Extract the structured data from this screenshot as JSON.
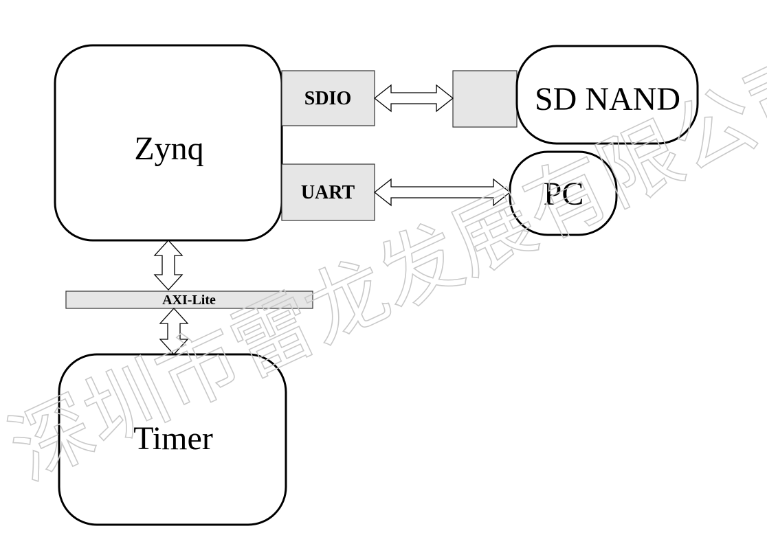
{
  "blocks": {
    "zynq": "Zynq",
    "timer": "Timer",
    "sd_nand": "SD NAND",
    "pc": "PC"
  },
  "ports": {
    "sdio": "SDIO",
    "uart": "UART"
  },
  "bus": {
    "label": "AXI-Lite"
  },
  "watermark": {
    "text": "深圳市雷龙发展有限公司"
  },
  "colors": {
    "port_fill": "#e6e6e6",
    "outline": "#000000",
    "watermark": "#c9c9c9"
  }
}
